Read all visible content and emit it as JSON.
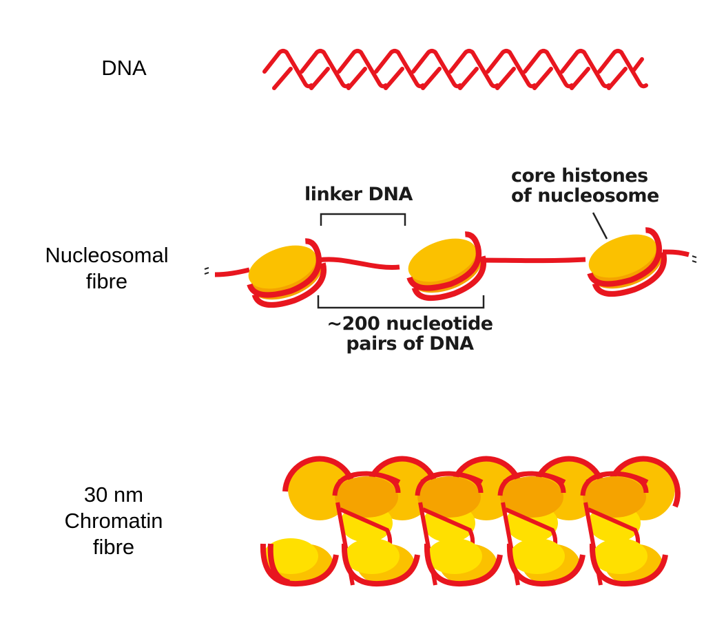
{
  "diagram": {
    "type": "chromatin-packing-levels",
    "levels": [
      {
        "id": "dna",
        "label": "DNA"
      },
      {
        "id": "nucleosomal",
        "label_line1": "Nucleosomal",
        "label_line2": "fibre"
      },
      {
        "id": "chromatin30",
        "label_line1": "30 nm",
        "label_line2": "Chromatin",
        "label_line3": "fibre"
      }
    ],
    "annotations": {
      "linker": "linker DNA",
      "core_line1": "core histones",
      "core_line2": "of nucleosome",
      "repeat_line1": "~200 nucleotide",
      "repeat_line2": "pairs of DNA"
    },
    "colors": {
      "dna_strand": "#e8161f",
      "histone": "#fbc100",
      "histone_light": "#ffe000",
      "histone_dark": "#f5a300",
      "text": "#000000"
    }
  }
}
